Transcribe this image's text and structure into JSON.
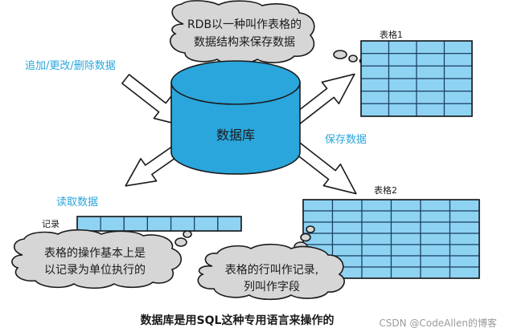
{
  "database": {
    "label": "数据库",
    "color": "#2aa6dc"
  },
  "thought_top": {
    "line1": "RDB以一种叫作表格的",
    "line2": "数据结构来保存数据"
  },
  "labels": {
    "add_update_delete": "追加/更改/删除数据",
    "save_data": "保存数据",
    "read_data": "读取数据",
    "record": "记录"
  },
  "tables": {
    "table1": {
      "title": "表格1",
      "rows": 6,
      "cols": 4
    },
    "table2": {
      "title": "表格2",
      "rows": 7,
      "cols": 6
    },
    "record_row": {
      "cells": 7
    }
  },
  "thought_left": {
    "line1": "表格的操作基本上是",
    "line2": "以记录为单位执行的"
  },
  "thought_bottom": {
    "line1": "表格的行叫作记录,",
    "line2": "列叫作字段"
  },
  "caption": "数据库是用SQL这种专用语言来操作的",
  "watermark": "CSDN @CodeAllen的博客",
  "colors": {
    "cell_fill": "#8ed3f2",
    "cell_stroke": "#1c3f66",
    "cloud_fill": "#d6d6d6",
    "label_blue": "#2aa6dc"
  }
}
